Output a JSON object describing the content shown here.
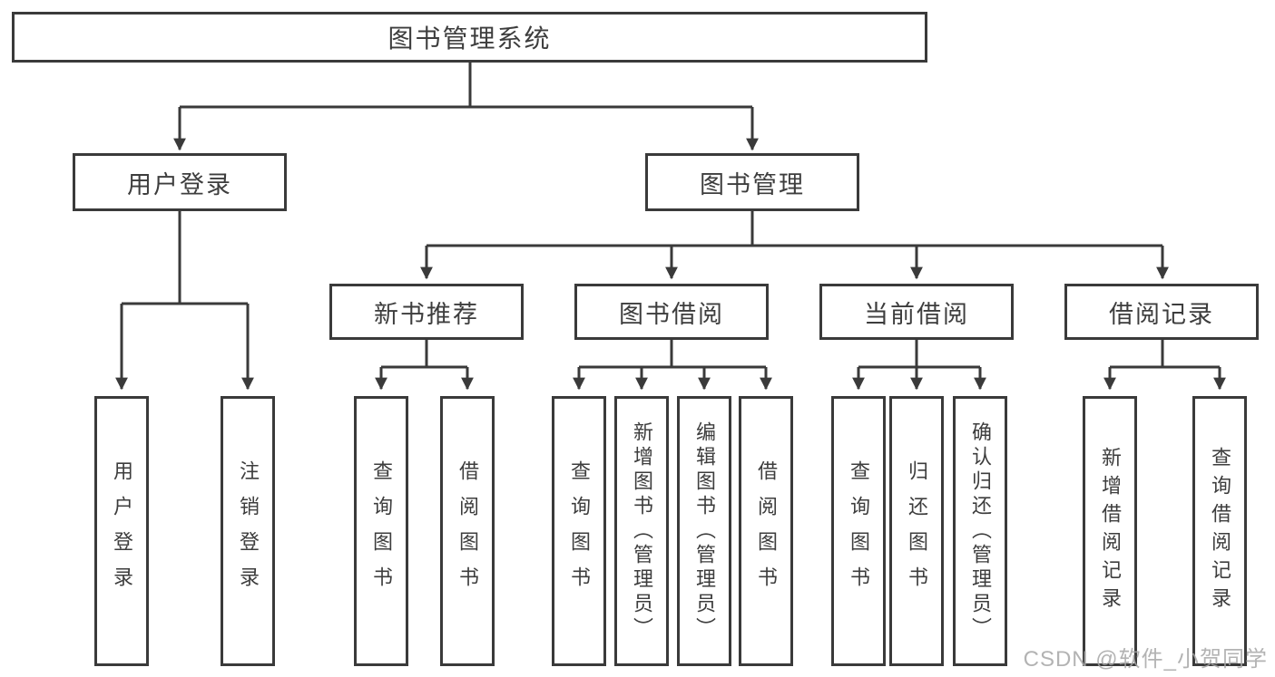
{
  "diagram": {
    "type": "tree",
    "tree": {
      "root": {
        "label": "图书管理系统",
        "children": [
          {
            "label": "用户登录",
            "children": [
              "用户登录",
              "注销登录"
            ]
          },
          {
            "label": "图书管理",
            "children": [
              {
                "label": "新书推荐",
                "children": [
                  "查询图书",
                  "借阅图书"
                ]
              },
              {
                "label": "图书借阅",
                "children": [
                  "查询图书",
                  "新增图书（管理员）",
                  "编辑图书（管理员）",
                  "借阅图书"
                ]
              },
              {
                "label": "当前借阅",
                "children": [
                  "查询图书",
                  "归还图书",
                  "确认归还（管理员）"
                ]
              },
              {
                "label": "借阅记录",
                "children": [
                  "新增借阅记录",
                  "查询借阅记录"
                ]
              }
            ]
          }
        ]
      }
    },
    "colors": {
      "line": "#3a3a3a",
      "box_border": "#3a3a3a",
      "text": "#3d3d3d",
      "background": "#ffffff",
      "watermark": "#a6a6a6"
    }
  },
  "watermark": {
    "text": "CSDN @软件_小贺同学"
  }
}
